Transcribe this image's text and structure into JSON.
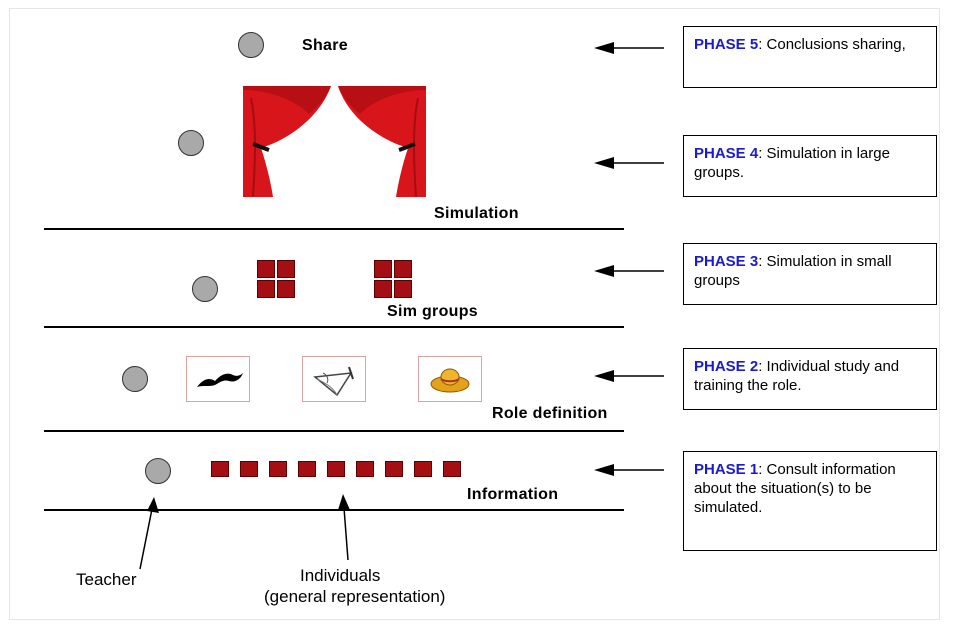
{
  "levels": {
    "share": "Share",
    "simulation": "Simulation",
    "sim_groups": "Sim groups",
    "role_definition": "Role definition",
    "information": "Information"
  },
  "phases": [
    {
      "name": "PHASE 5",
      "desc": ": Conclusions sharing,"
    },
    {
      "name": "PHASE 4",
      "desc": ": Simulation in large groups."
    },
    {
      "name": "PHASE 3",
      "desc": ": Simulation in small groups"
    },
    {
      "name": "PHASE 2",
      "desc": ": Individual study and training the role."
    },
    {
      "name": "PHASE 1",
      "desc": ": Consult information about the situation(s) to be simulated."
    }
  ],
  "captions": {
    "teacher": "Teacher",
    "individuals_line1": "Individuals",
    "individuals_line2": "(general representation)"
  },
  "colors": {
    "phase_name": "#1a1ad0",
    "individual_square": "#a30f12",
    "teacher_dot": "#a9a9a9",
    "curtain": "#d8151b"
  },
  "icons": {
    "role_1": "mustache-icon",
    "role_2": "compass-tool-icon",
    "role_3": "sombrero-hat-icon",
    "stage": "theater-curtain-icon"
  }
}
